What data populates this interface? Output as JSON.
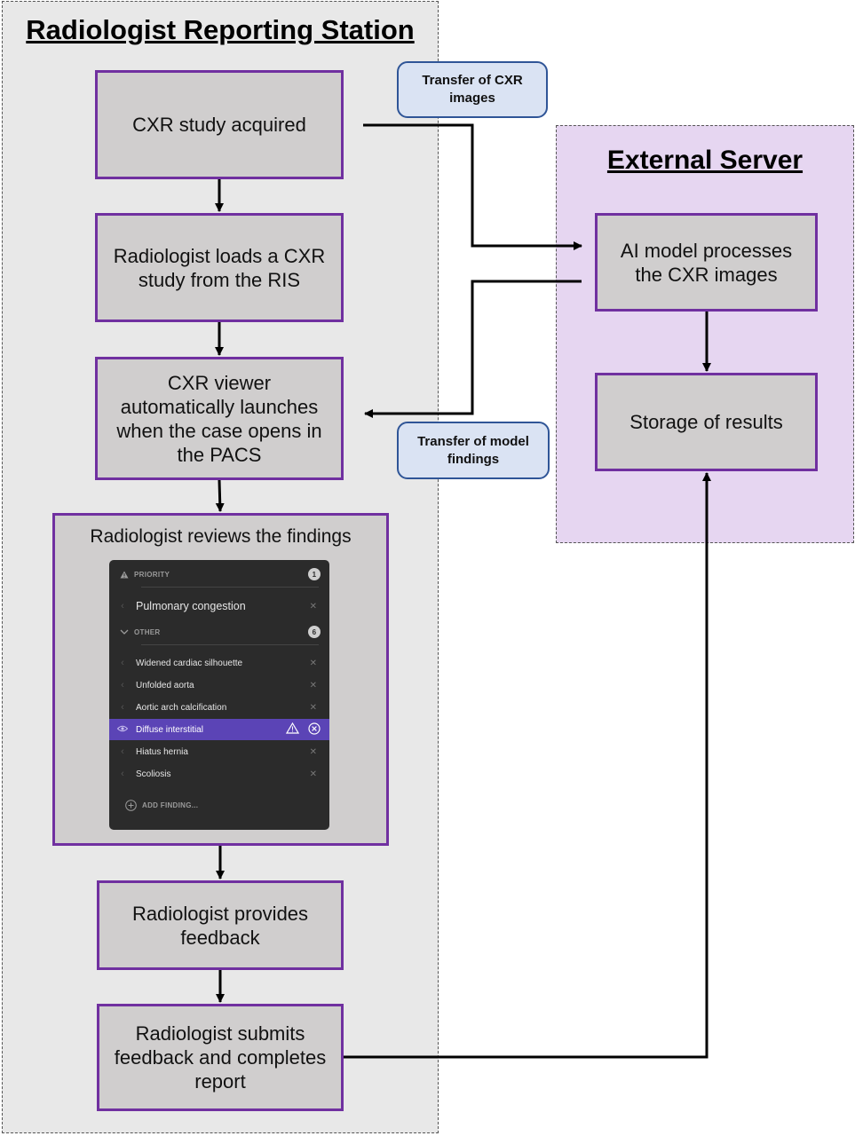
{
  "regions": {
    "station_title": "Radiologist Reporting Station",
    "server_title": "External Server"
  },
  "steps": {
    "acquired": "CXR study acquired",
    "loads": "Radiologist loads a CXR study from the RIS",
    "viewer": "CXR viewer automatically launches when the case opens in the PACS",
    "reviews": "Radiologist reviews the findings",
    "feedback": "Radiologist provides feedback",
    "submits": "Radiologist submits feedback and completes report",
    "ai_model": "AI model processes the CXR images",
    "storage": "Storage of results"
  },
  "callouts": {
    "transfer_images": "Transfer of CXR images",
    "transfer_findings": "Transfer of model findings"
  },
  "panel": {
    "priority_label": "PRIORITY",
    "priority_count": "1",
    "other_label": "OTHER",
    "other_count": "6",
    "priority_finding": "Pulmonary congestion",
    "findings": [
      "Widened cardiac silhouette",
      "Unfolded aorta",
      "Aortic arch calcification",
      "Diffuse interstitial",
      "Hiatus hernia",
      "Scoliosis"
    ],
    "add_finding": "ADD FINDING...",
    "selected_color": "#5b44b6"
  },
  "colors": {
    "box_fill": "#d0cece",
    "box_border": "#7030a0",
    "station_bg": "#e8e8e8",
    "server_bg": "#e6d6f1",
    "callout_fill": "#dae3f3",
    "callout_border": "#2f5597"
  }
}
